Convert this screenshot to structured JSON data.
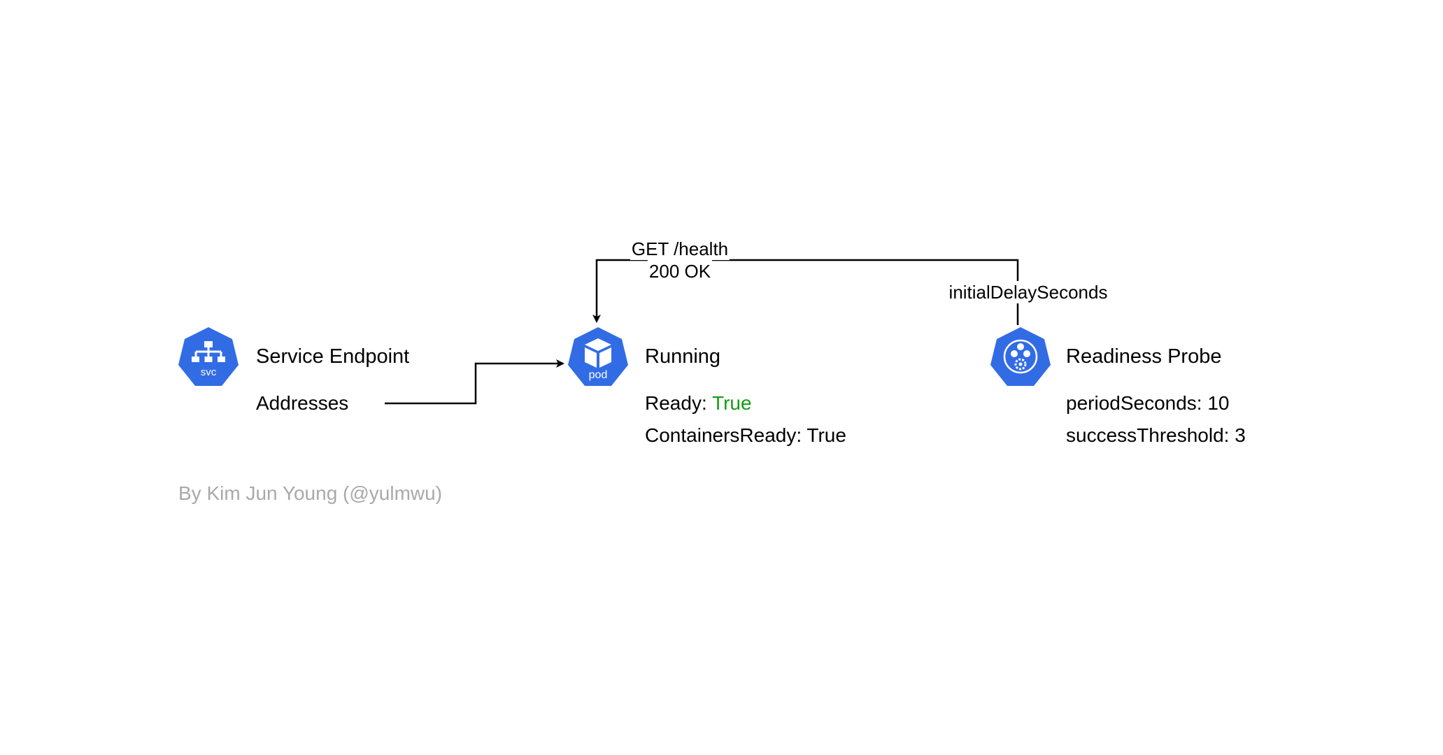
{
  "colors": {
    "k8s_blue": "#326CE5",
    "line": "#000000",
    "text": "#000000",
    "status_true": "#159C15",
    "credit": "#A9A9A9"
  },
  "nodes": {
    "service": {
      "icon": "service-svc-icon",
      "icon_label": "svc",
      "title": "Service Endpoint",
      "field": "Addresses"
    },
    "pod": {
      "icon": "pod-cube-icon",
      "icon_label": "pod",
      "title": "Running",
      "ready_label": "Ready:",
      "ready_value": "True",
      "containers_ready": "ContainersReady: True"
    },
    "probe": {
      "icon": "readiness-probe-gear-icon",
      "title": "Readiness Probe",
      "period": "periodSeconds: 10",
      "success": "successThreshold: 3"
    }
  },
  "edges": {
    "probe_to_pod": {
      "line1": "GET /health",
      "line2": "200 OK",
      "delay_label": "initialDelaySeconds"
    }
  },
  "credit": "By Kim Jun Young (@yulmwu)"
}
